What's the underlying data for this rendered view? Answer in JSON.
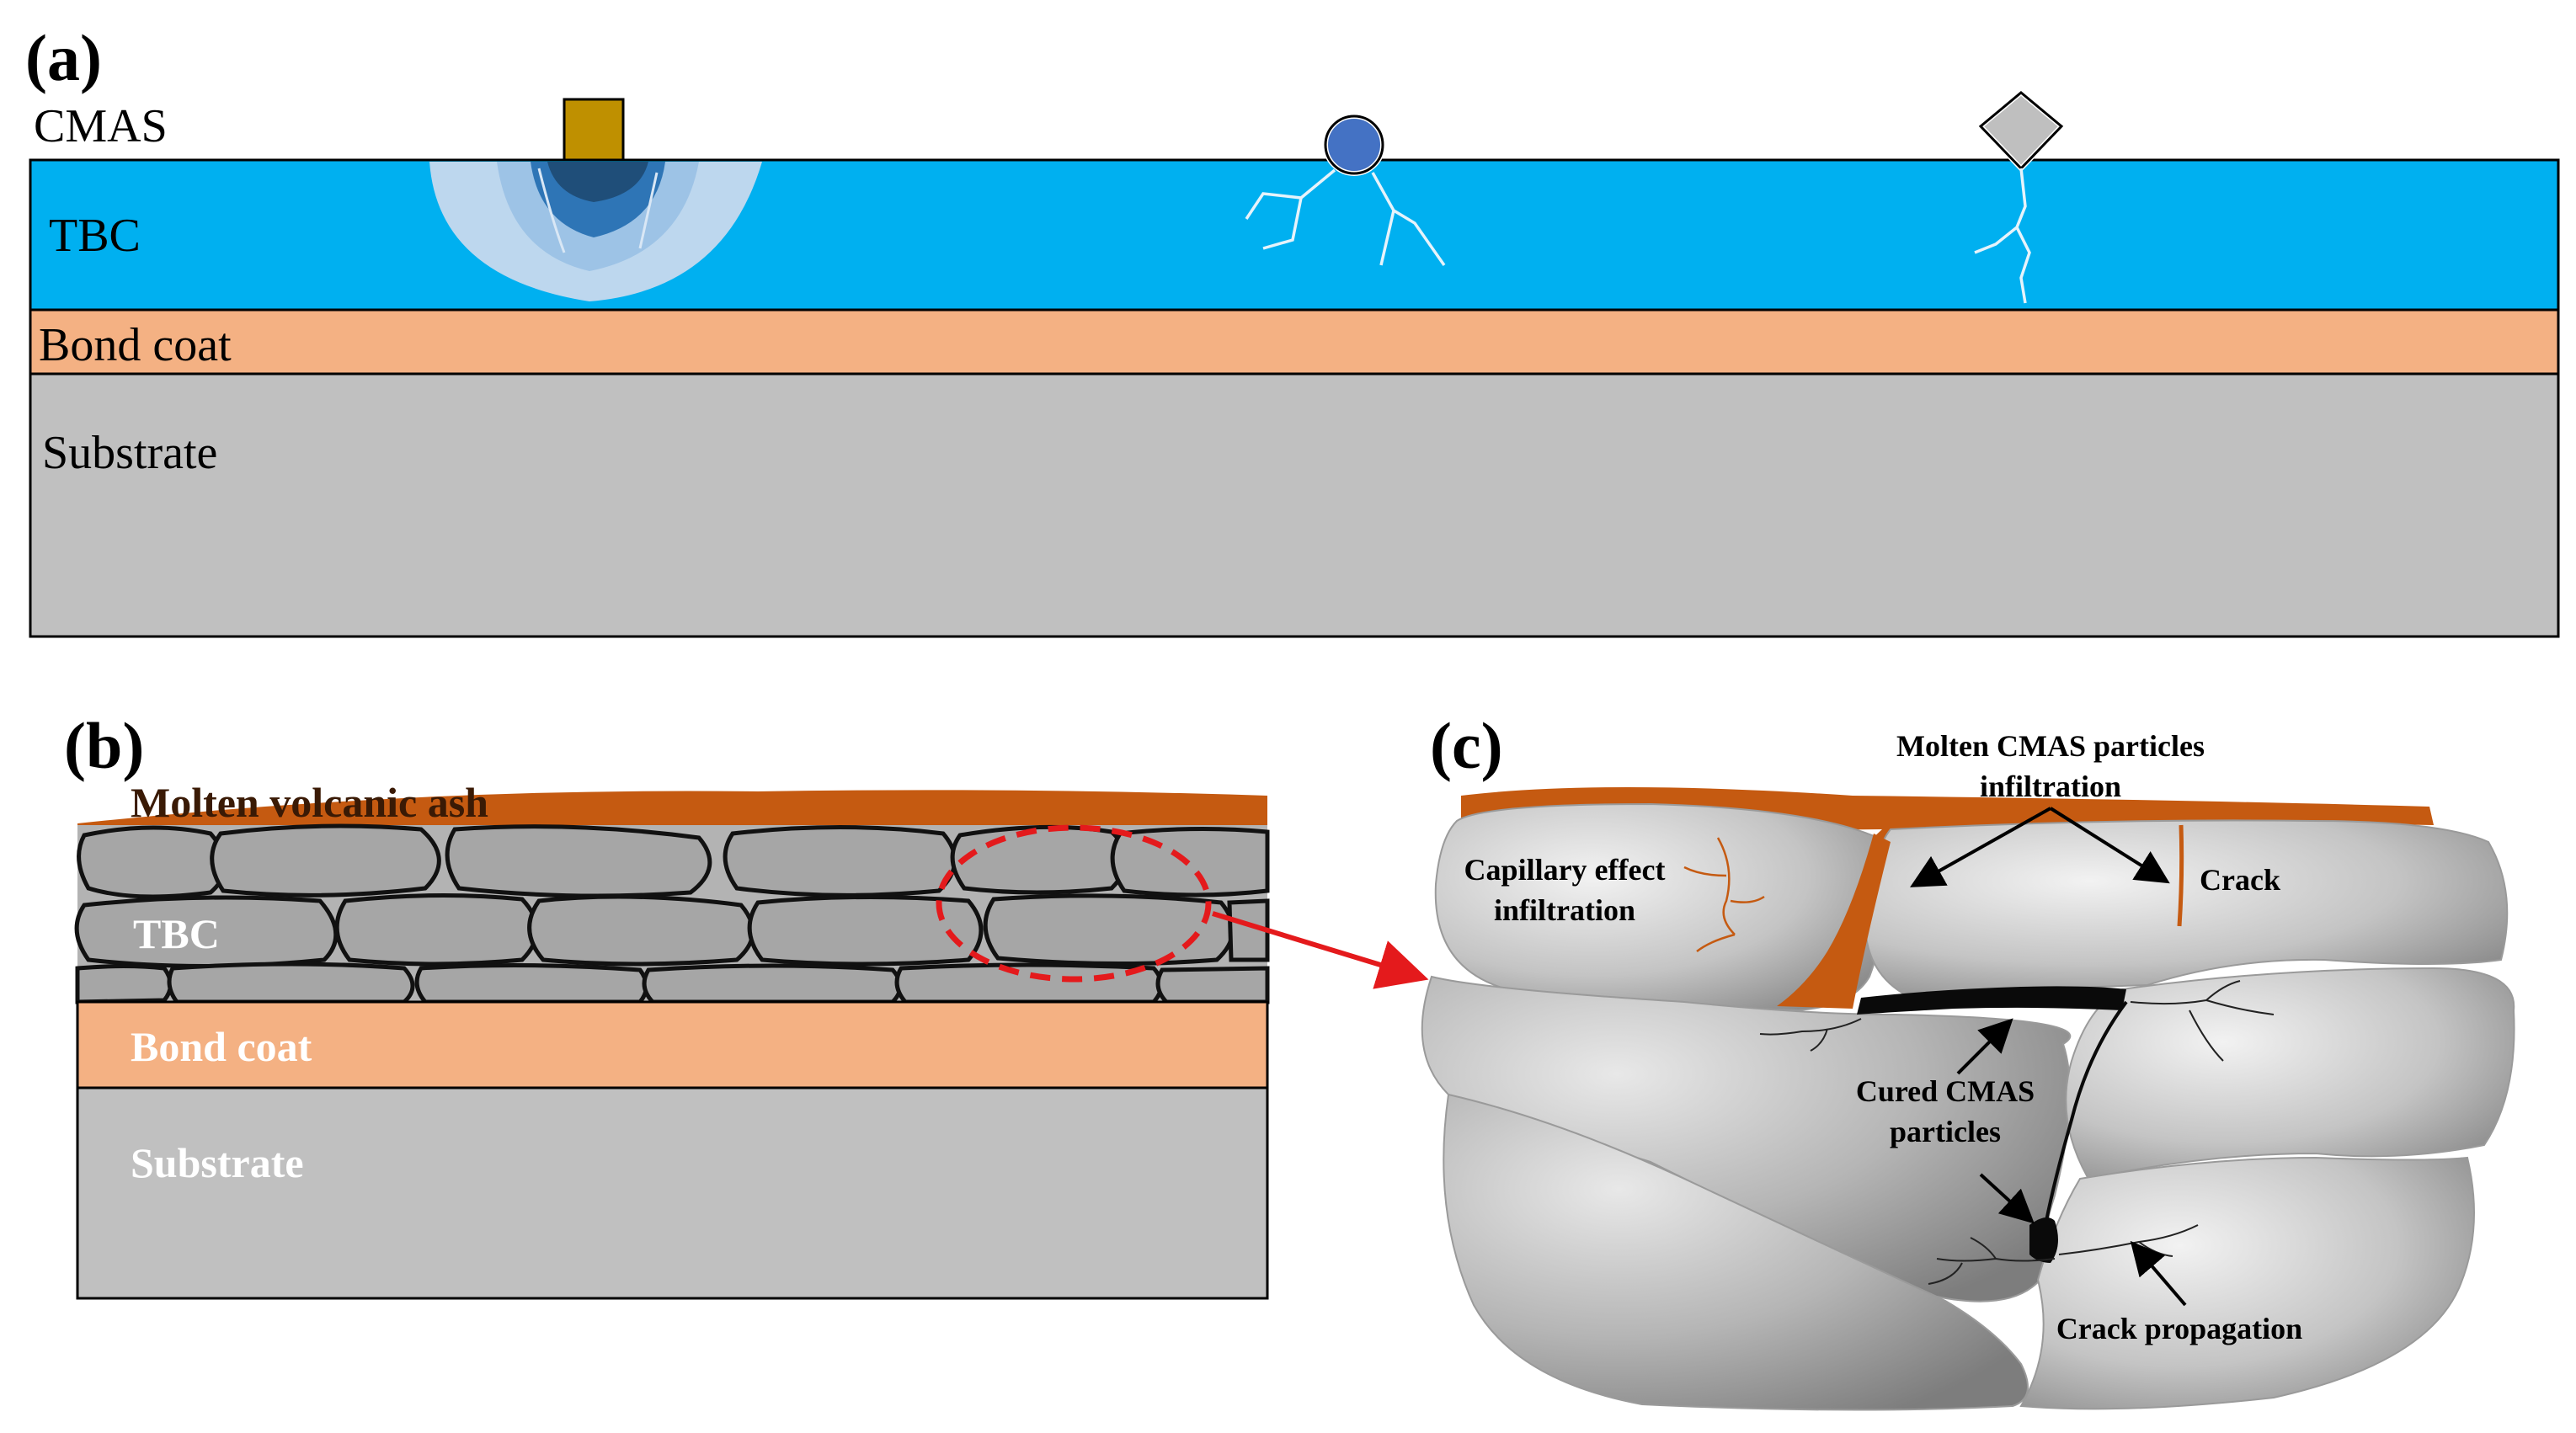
{
  "panel_a": {
    "letter": "(a)",
    "cmas_label": "CMAS",
    "tbc_label": "TBC",
    "bond_label": "Bond coat",
    "substrate_label": "Substrate"
  },
  "panel_b": {
    "letter": "(b)",
    "ash_label": "Molten volcanic ash",
    "tbc_label": "TBC",
    "bond_label": "Bond coat",
    "substrate_label": "Substrate"
  },
  "panel_c": {
    "letter": "(c)",
    "molten_line1": "Molten CMAS particles",
    "molten_line2": "infiltration",
    "capillary_line1": "Capillary effect",
    "capillary_line2": "infiltration",
    "crack_label": "Crack",
    "cured_line1": "Cured CMAS",
    "cured_line2": "particles",
    "propagation_label": "Crack propagation"
  },
  "colors": {
    "tbc_blue": "#00b0f0",
    "bond_coat": "#f4b183",
    "substrate": "#c0c0c0",
    "cmas_orange": "#c55a11",
    "zoom_arrow": "#e41a1c"
  }
}
